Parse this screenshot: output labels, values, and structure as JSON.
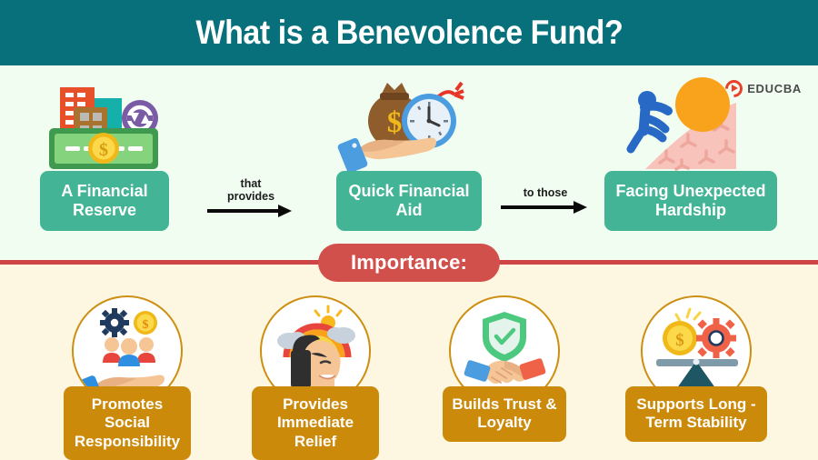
{
  "header": {
    "title": "What is a Benevolence Fund?",
    "bg_color": "#07707a"
  },
  "logo": {
    "name": "EDUCBA",
    "mark_color": "#e8402a",
    "text_color": "#4a4a4a"
  },
  "sections": {
    "top_bg": "#f1fdf1",
    "bottom_bg": "#fdf6e0",
    "divider_color": "#cf4545"
  },
  "flow": {
    "label_color": "#43b495",
    "items": [
      {
        "label": "A Financial Reserve",
        "icon": "building-money-reserve-icon"
      },
      {
        "label": "Quick Financial Aid",
        "icon": "hand-moneybag-clock-icon"
      },
      {
        "label": "Facing Unexpected Hardship",
        "icon": "person-pushing-boulder-icon"
      }
    ],
    "connectors": [
      {
        "text": "that\nprovides",
        "icon": "arrow-right-icon"
      },
      {
        "text": "to those",
        "icon": "arrow-right-icon"
      }
    ]
  },
  "importance": {
    "label": "Importance:",
    "bg_color": "#d2504c"
  },
  "benefits": {
    "label_color": "#cc8a0a",
    "circle_border_color": "#cc8f12",
    "items": [
      {
        "label": "Promotes Social Responsibility",
        "icon": "hand-people-gear-coin-icon"
      },
      {
        "label": "Provides Immediate Relief",
        "icon": "head-rainbow-icon"
      },
      {
        "label": "Builds Trust & Loyalty",
        "icon": "handshake-shield-check-icon"
      },
      {
        "label": "Supports Long -Term Stability",
        "icon": "balance-coin-gear-icon"
      }
    ]
  }
}
